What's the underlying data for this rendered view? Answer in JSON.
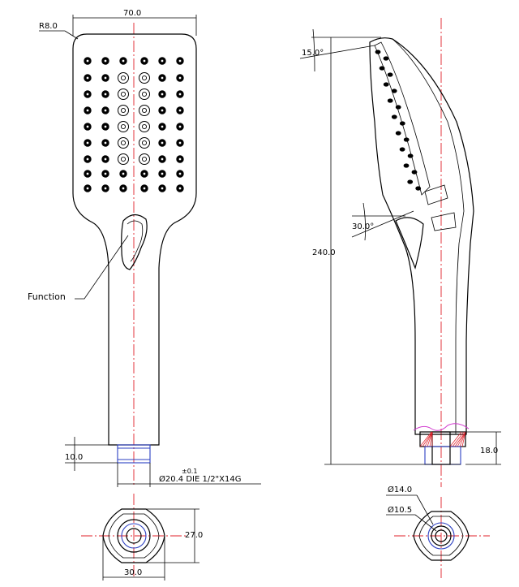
{
  "dimensions": {
    "corner_radius": "R8.0",
    "head_width": "70.0",
    "top_angle": "15.0°",
    "mid_angle": "30.0°",
    "total_length": "240.0",
    "connector_length": "18.0",
    "thread_height": "10.0",
    "tolerance": "±0.1",
    "thread_spec": "Ø20.4 DIE 1/2\"X14G",
    "outer_diameter": "Ø14.0",
    "inner_diameter": "Ø10.5",
    "base_height": "27.0",
    "base_width": "30.0"
  },
  "labels": {
    "function": "Function"
  },
  "colors": {
    "outline": "#000000",
    "centerline": "#e0202a",
    "thread": "#2b3fc2",
    "break_line": "#d23ad0"
  }
}
